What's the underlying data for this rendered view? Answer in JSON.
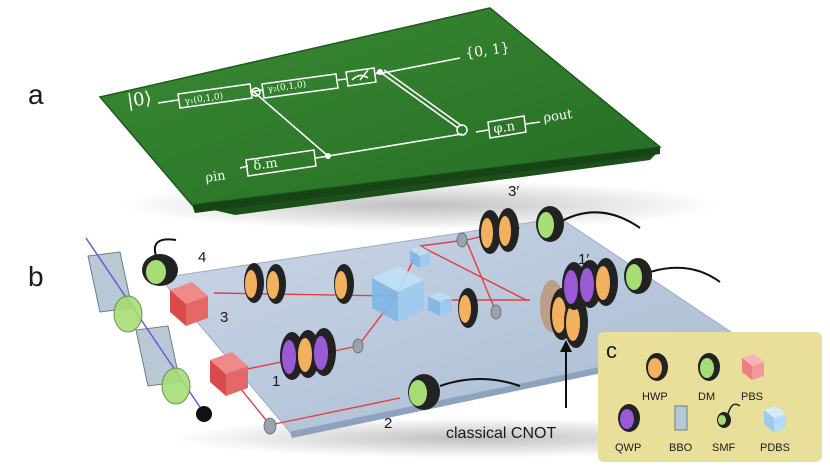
{
  "panel_labels": {
    "a": "a",
    "b": "b",
    "c": "c"
  },
  "circuit": {
    "input_ket": "|0⟩",
    "gate1": "γ₁(0,1,0)",
    "gate2": "γ₂(0,1,0)",
    "output_register": "{0, 1}",
    "gate_delta": "δ.m",
    "gate_phi": "φ.n",
    "rho_in": "ρin",
    "rho_out": "ρout"
  },
  "setup_labels": {
    "n1": "1",
    "n2": "2",
    "n3": "3",
    "n4": "4",
    "n1p": "1′",
    "n3p": "3′",
    "classical_cnot": "classical CNOT"
  },
  "legend": {
    "items": [
      {
        "key": "hwp",
        "label": "HWP"
      },
      {
        "key": "dm",
        "label": "DM"
      },
      {
        "key": "pbs",
        "label": "PBS"
      },
      {
        "key": "qwp",
        "label": "QWP"
      },
      {
        "key": "bbo",
        "label": "BBO"
      },
      {
        "key": "smf",
        "label": "SMF"
      },
      {
        "key": "pdbs",
        "label": "PDBS"
      }
    ]
  },
  "colors": {
    "board_green": "#2e7d2b",
    "table": "#b9c9dc",
    "hwp_orange": "#f2b15f",
    "qwp_purple": "#9a5ad6",
    "dm_green": "#a7dd77",
    "pbs_red": "#e45b5b",
    "pdbs_blue": "#8ec4ee",
    "legend_bg": "#e8e09a",
    "laser_red": "#e04040"
  }
}
